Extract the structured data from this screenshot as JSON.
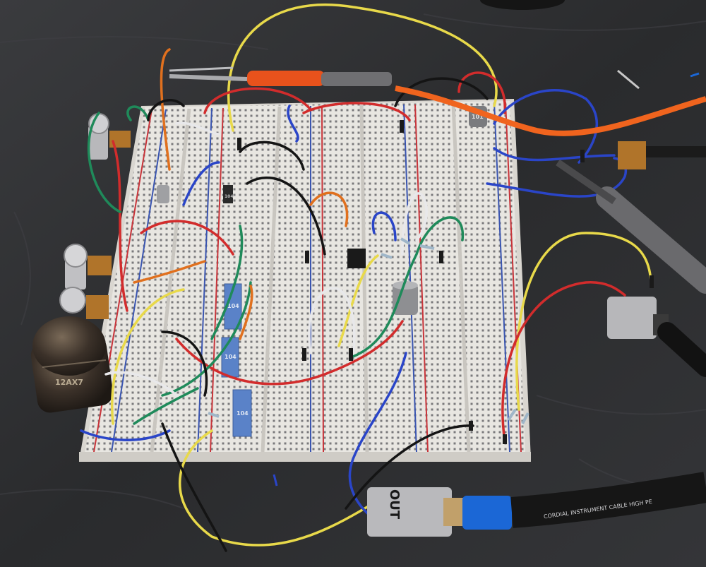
{
  "photo": {
    "jack_label": "OUT",
    "cable_print": "CORDIAL INSTRUMENT CABLE HIGH PE",
    "tube_print": "12AX7",
    "cap_print_1": "104",
    "cap_print_2": "104",
    "cap_print_3": "104",
    "cap_print_4": "104",
    "electrolytic_print": "101"
  },
  "colors": {
    "background": "#2b2c2e",
    "board": "#e6e4df",
    "red_rail": "#c8343a",
    "blue_rail": "#3a55b0",
    "wire_red": "#d22c2c",
    "wire_blue": "#2a45c8",
    "wire_green": "#1f8a5a",
    "wire_yellow": "#e8d94a",
    "wire_orange": "#e0701e",
    "wire_white": "#e8e8ea",
    "wire_black": "#141414",
    "probe_orange": "#f0641e",
    "probe_grey": "#6f6f72",
    "jack_blue": "#1b67d6",
    "cap_blue": "#5a82c8"
  }
}
